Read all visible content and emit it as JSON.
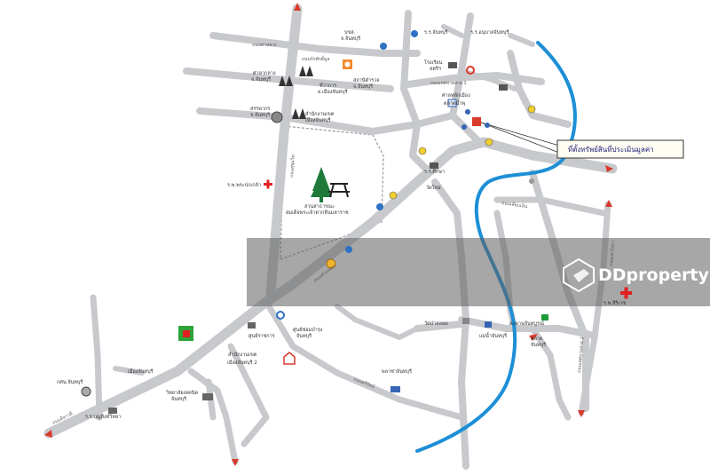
{
  "map": {
    "watermark": "DDproperty",
    "callout": "ที่ตั้งทรัพย์สินที่ประเมินมูลค่า",
    "park_label_1": "สวนสาธารณะ",
    "park_label_2": "สมเด็จพระเจ้าตากสินมหาราช",
    "colors": {
      "road": "#c7c9cc",
      "river": "#1d8fd6",
      "hospital": "#e02020",
      "tree": "#1f7a3a",
      "watermark_band": "#5f5f5f"
    },
    "places": [
      {
        "id": "p1",
        "text": "บขส."
      },
      {
        "id": "p2",
        "text": "จ.จันทบุรี"
      },
      {
        "id": "p3",
        "text": "ร.ร.จันทบุรี"
      },
      {
        "id": "p4",
        "text": "ร.ร.อนุบาลจันทบุรี"
      },
      {
        "id": "p5",
        "text": "ศาลากลาง"
      },
      {
        "id": "p6",
        "text": "จ.จันทบุรี"
      },
      {
        "id": "p7",
        "text": "ที่ว่าการ"
      },
      {
        "id": "p8",
        "text": "อ.เมืองจันทบุรี"
      },
      {
        "id": "p9",
        "text": "สถานีตำรวจ"
      },
      {
        "id": "p10",
        "text": "จ.จันทบุรี"
      },
      {
        "id": "p11",
        "text": "โรงเรียน"
      },
      {
        "id": "p12",
        "text": "สตรีฯ"
      },
      {
        "id": "p13",
        "text": "สรรพากร"
      },
      {
        "id": "p14",
        "text": "จ.จันทบุรี"
      },
      {
        "id": "p15",
        "text": "สำนักงานเขต"
      },
      {
        "id": "p16",
        "text": "เมืองจันทบุรี"
      },
      {
        "id": "p17",
        "text": "ศาลหลักเมือง"
      },
      {
        "id": "p18",
        "text": "ร.พ.พระปกเกล้า"
      },
      {
        "id": "p19",
        "text": "วัดใหม่"
      },
      {
        "id": "p20",
        "text": "ร.ร.ศึกษา"
      },
      {
        "id": "p21",
        "text": "ศูนย์ซ่อมบำรุง"
      },
      {
        "id": "p22",
        "text": "จันทบุรี"
      },
      {
        "id": "p23",
        "text": "วิทยาลัยเทคนิค"
      },
      {
        "id": "p24",
        "text": "จันทบุรี"
      },
      {
        "id": "p25",
        "text": "กศน.จันทบุรี"
      },
      {
        "id": "p26",
        "text": "ร.ร.บุญสิงห์วิทยา"
      },
      {
        "id": "p27",
        "text": "ศูนย์ราชการ"
      },
      {
        "id": "p28",
        "text": "เมืองจันทบุรี 2"
      },
      {
        "id": "p29",
        "text": "สำนักงานเขต"
      },
      {
        "id": "p30",
        "text": "เมืองจันทบุรี"
      },
      {
        "id": "p31",
        "text": "ตลาด"
      },
      {
        "id": "p32",
        "text": "จันทบุรี"
      },
      {
        "id": "p33",
        "text": "วัดป่าสลอด"
      },
      {
        "id": "p34",
        "text": "แม่น้ำจันทบุรี"
      },
      {
        "id": "p35",
        "text": "สะพานจันทบูรณ์"
      },
      {
        "id": "p36",
        "text": "ร.พ.สิริเวช"
      },
      {
        "id": "p37",
        "text": "พลาซ่าจันทบุรี"
      },
      {
        "id": "p38",
        "text": "ตลาดน้ำพุ"
      }
    ],
    "roads": [
      {
        "id": "r1",
        "text": "ถนนท่าหลวง"
      },
      {
        "id": "r2",
        "text": "ถนนรักศักดิ์มูล"
      },
      {
        "id": "r3",
        "text": "ถนนสุขุมวิท"
      },
      {
        "id": "r4",
        "text": "ถนนเทศบาลสาย 1"
      },
      {
        "id": "r5",
        "text": "ถนนลีลาวดี"
      },
      {
        "id": "r6",
        "text": "ถนนท่าแฉลบ"
      },
      {
        "id": "r7",
        "text": "ถนนเลียบเนิน"
      },
      {
        "id": "r8",
        "text": "ถนนตรีรัตน์"
      },
      {
        "id": "r9",
        "text": "ถนนเทศบาลสาย 2"
      },
      {
        "id": "r10",
        "text": "ถนนเขาไร่ยา"
      }
    ]
  }
}
